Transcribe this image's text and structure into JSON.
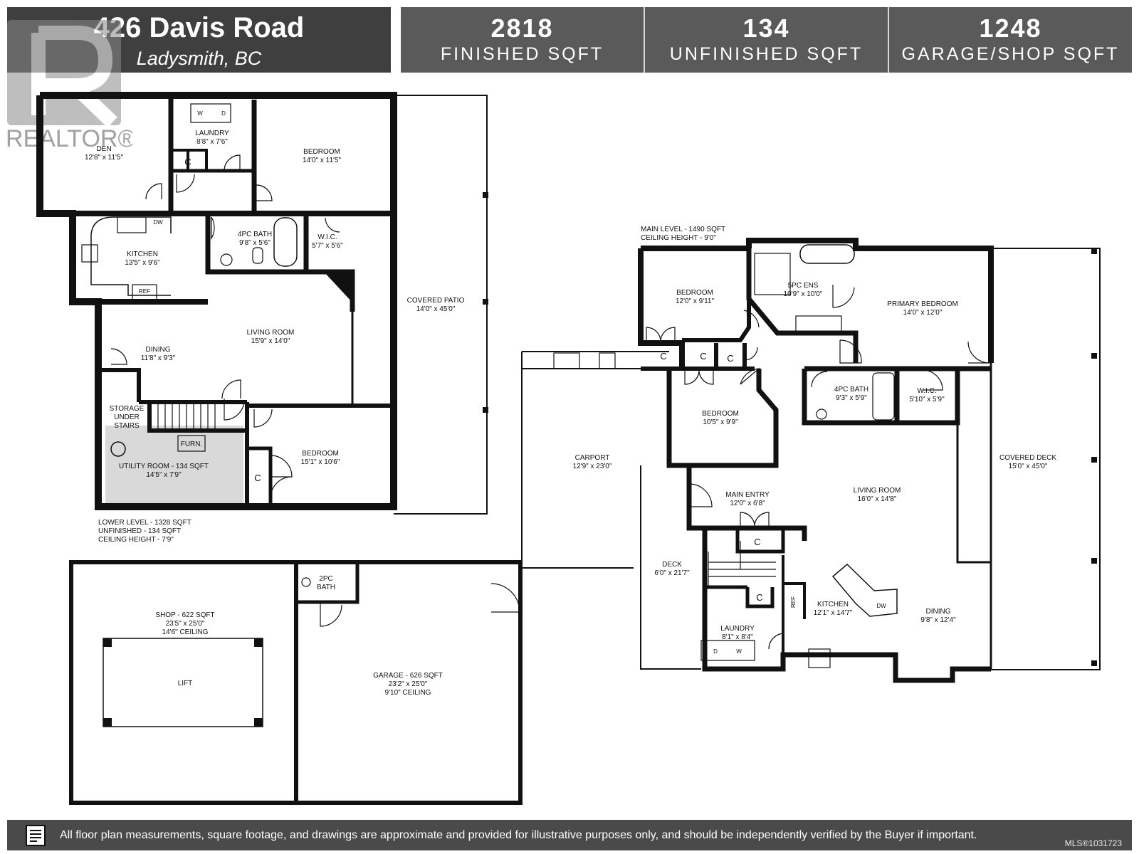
{
  "header": {
    "address": "426 Davis Road",
    "city": "Ladysmith, BC",
    "stats": [
      {
        "value": "2818",
        "label": "FINISHED SQFT"
      },
      {
        "value": "134",
        "label": "UNFINISHED SQFT"
      },
      {
        "value": "1248",
        "label": "GARAGE/SHOP SQFT"
      }
    ]
  },
  "logo": {
    "text": "REALTOR®"
  },
  "lower_level": {
    "rooms": {
      "den": {
        "name": "DEN",
        "dim": "12'8\" x 11'5\""
      },
      "laundry": {
        "name": "LAUNDRY",
        "dim": "8'8\" x 7'6\""
      },
      "bedroom1": {
        "name": "BEDROOM",
        "dim": "14'0\" x 11'5\""
      },
      "kitchen": {
        "name": "KITCHEN",
        "dim": "13'5\" x 9'6\""
      },
      "bath": {
        "name": "4PC BATH",
        "dim": "9'8\" x 5'6\""
      },
      "wic": {
        "name": "W.I.C.",
        "dim": "5'7\" x 5'6\""
      },
      "living": {
        "name": "LIVING ROOM",
        "dim": "15'9\" x 14'0\""
      },
      "dining": {
        "name": "DINING",
        "dim": "11'8\" x 9'3\""
      },
      "patio": {
        "name": "COVERED PATIO",
        "dim": "14'0\" x 45'0\""
      },
      "bedroom2": {
        "name": "BEDROOM",
        "dim": "15'1\" x 10'6\""
      },
      "utility": {
        "name": "UTILITY ROOM - 134 SQFT",
        "dim": "14'5\" x 7'9\""
      }
    },
    "storage": [
      "STORAGE",
      "UNDER",
      "STAIRS"
    ],
    "furnace": "FURN.",
    "closet": "C",
    "labels": {
      "w": "W",
      "d": "D",
      "dw": "DW",
      "ref": "REF"
    },
    "info": [
      "LOWER LEVEL - 1328 SQFT",
      "UNFINISHED - 134 SQFT",
      "CEILING HEIGHT - 7'9\""
    ]
  },
  "main_level": {
    "info": [
      "MAIN LEVEL - 1490 SQFT",
      "CEILING HEIGHT - 9'0\""
    ],
    "rooms": {
      "bedroom1": {
        "name": "BEDROOM",
        "dim": "12'0\" x 9'11\""
      },
      "ens": {
        "name": "5PC ENS",
        "dim": "10'9\" x 10'0\""
      },
      "primary": {
        "name": "PRIMARY BEDROOM",
        "dim": "14'0\" x 12'0\""
      },
      "bath": {
        "name": "4PC BATH",
        "dim": "9'3\" x 5'9\""
      },
      "wic": {
        "name": "W.I.C.",
        "dim": "5'10\" x 5'9\""
      },
      "bedroom2": {
        "name": "BEDROOM",
        "dim": "10'5\" x 9'9\""
      },
      "deck_cov": {
        "name": "COVERED DECK",
        "dim": "15'0\" x 45'0\""
      },
      "carport": {
        "name": "CARPORT",
        "dim": "12'9\" x 23'0\""
      },
      "entry": {
        "name": "MAIN ENTRY",
        "dim": "12'0\" x 6'8\""
      },
      "living": {
        "name": "LIVING ROOM",
        "dim": "16'0\" x 14'8\""
      },
      "deck": {
        "name": "DECK",
        "dim": "6'0\" x 21'7\""
      },
      "kitchen": {
        "name": "KITCHEN",
        "dim": "12'1\" x 14'7\""
      },
      "dining": {
        "name": "DINING",
        "dim": "9'8\" x 12'4\""
      },
      "laundry": {
        "name": "LAUNDRY",
        "dim": "8'1\" x 8'4\""
      }
    },
    "closet": "C",
    "labels": {
      "w": "W",
      "d": "D",
      "dw": "DW",
      "ref": "REF"
    }
  },
  "outbuilding": {
    "shop": {
      "name": "SHOP - 622 SQFT",
      "dim": "23'5\" x 25'0\"",
      "ceiling": "14'6\" CEILING"
    },
    "lift": "LIFT",
    "bath2": [
      "2PC",
      "BATH"
    ],
    "garage": {
      "name": "GARAGE - 626 SQFT",
      "dim": "23'2\" x 25'0\"",
      "ceiling": "9'10\" CEILING"
    }
  },
  "footer": {
    "disclaimer": "All floor plan measurements, square footage, and drawings are approximate and provided for illustrative purposes only, and should be independently verified by the Buyer if important.",
    "mls": "MLS®1031723"
  },
  "colors": {
    "wall": "#111111",
    "header_dark": "#3f3f3f",
    "header": "#5a5a5a",
    "utility": "#d9d9d9",
    "footer": "#4a4a4a"
  }
}
